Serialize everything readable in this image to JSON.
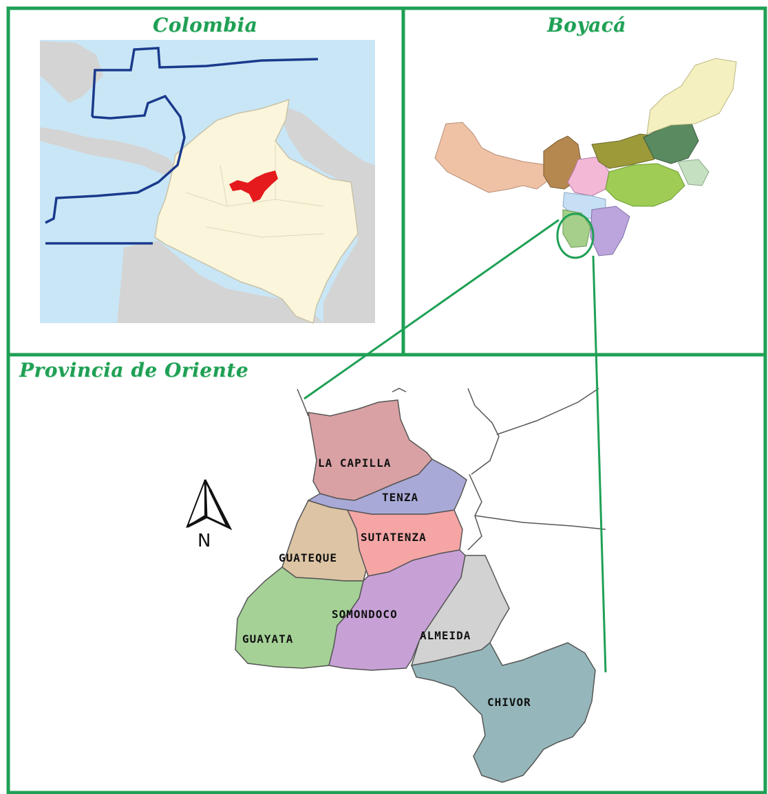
{
  "panels": {
    "colombia_title": "Colombia",
    "boyaca_title": "Boyacá",
    "province_title": "Provincia de Oriente"
  },
  "north_arrow": {
    "label": "N"
  },
  "municipalities": [
    {
      "name": "LA CAPILLA",
      "color": "#d9a1a4"
    },
    {
      "name": "TENZA",
      "color": "#a9a9d8"
    },
    {
      "name": "SUTATENZA",
      "color": "#f6a5a5"
    },
    {
      "name": "GUATEQUE",
      "color": "#dcc4a4"
    },
    {
      "name": "SOMONDOCO",
      "color": "#c7a1d6"
    },
    {
      "name": "GUAYATA",
      "color": "#a5d196"
    },
    {
      "name": "ALMEIDA",
      "color": "#d2d2d2"
    },
    {
      "name": "CHIVOR",
      "color": "#95b7bb"
    }
  ],
  "colors": {
    "frame_green": "#1fa055",
    "colombia_land": "#fbf5dc",
    "sea": "#c9e6f6",
    "neighbor_land": "#d4d4d4",
    "boyaca_highlight": "#e41a1c",
    "maritime_boundary": "#1a3a8c"
  },
  "icons": [
    "north-arrow-icon"
  ]
}
